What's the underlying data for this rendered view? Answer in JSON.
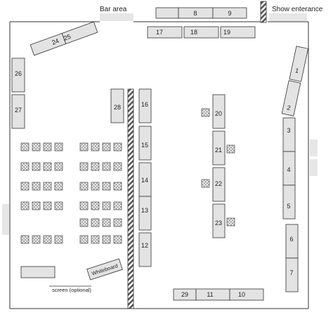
{
  "labels": {
    "bar_area": "Bar area",
    "show_entrance": "Show enterance",
    "whiteboard": "Whiteboard",
    "screen": "screen (optional)"
  },
  "tables": {
    "t1": "1",
    "t2": "2",
    "t3": "3",
    "t4": "4",
    "t5": "5",
    "t6": "6",
    "t7": "7",
    "t8": "8",
    "t9": "9",
    "t10": "10",
    "t11": "11",
    "t12": "12",
    "t13": "13",
    "t14": "14",
    "t15": "15",
    "t16": "16",
    "t17": "17",
    "t18": "18",
    "t19": "19",
    "t20": "20",
    "t21": "21",
    "t22": "22",
    "t23": "23",
    "t24": "24",
    "t25": "25",
    "t26": "26",
    "t27": "27",
    "t28": "28",
    "t29": "29"
  },
  "colors": {
    "table_fill": "#e3e3e3",
    "opening_fill": "#e6e6e6",
    "outline": "#333333"
  }
}
